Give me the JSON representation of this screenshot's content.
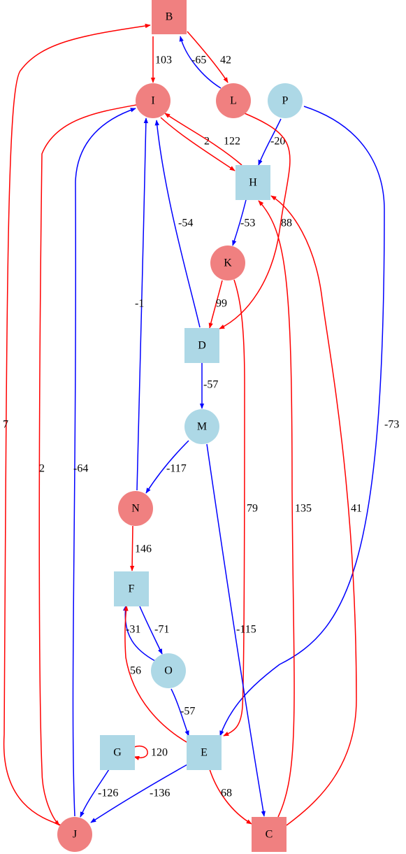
{
  "colors": {
    "red_fill": "#f08080",
    "blue_fill": "#add8e6",
    "red_edge": "#ff0000",
    "blue_edge": "#0000ff"
  },
  "nodes": [
    {
      "id": "B",
      "label": "B",
      "shape": "square",
      "color": "red"
    },
    {
      "id": "I",
      "label": "I",
      "shape": "circle",
      "color": "red"
    },
    {
      "id": "L",
      "label": "L",
      "shape": "circle",
      "color": "red"
    },
    {
      "id": "P",
      "label": "P",
      "shape": "circle",
      "color": "blue"
    },
    {
      "id": "H",
      "label": "H",
      "shape": "square",
      "color": "blue"
    },
    {
      "id": "K",
      "label": "K",
      "shape": "circle",
      "color": "red"
    },
    {
      "id": "D",
      "label": "D",
      "shape": "square",
      "color": "blue"
    },
    {
      "id": "M",
      "label": "M",
      "shape": "circle",
      "color": "blue"
    },
    {
      "id": "N",
      "label": "N",
      "shape": "circle",
      "color": "red"
    },
    {
      "id": "F",
      "label": "F",
      "shape": "square",
      "color": "blue"
    },
    {
      "id": "O",
      "label": "O",
      "shape": "circle",
      "color": "blue"
    },
    {
      "id": "G",
      "label": "G",
      "shape": "square",
      "color": "blue"
    },
    {
      "id": "E",
      "label": "E",
      "shape": "square",
      "color": "blue"
    },
    {
      "id": "J",
      "label": "J",
      "shape": "circle",
      "color": "red"
    },
    {
      "id": "C",
      "label": "C",
      "shape": "square",
      "color": "red"
    }
  ],
  "edges": [
    {
      "from": "B",
      "to": "I",
      "weight": "103",
      "color": "red"
    },
    {
      "from": "B",
      "to": "L",
      "weight": "42",
      "color": "red"
    },
    {
      "from": "L",
      "to": "B",
      "weight": "-65",
      "color": "blue"
    },
    {
      "from": "I",
      "to": "H",
      "weight": "2",
      "color": "red"
    },
    {
      "from": "H",
      "to": "I",
      "weight": "122",
      "color": "red"
    },
    {
      "from": "P",
      "to": "H",
      "weight": "-20",
      "color": "blue"
    },
    {
      "from": "H",
      "to": "K",
      "weight": "-53",
      "color": "blue"
    },
    {
      "from": "L",
      "to": "D",
      "weight": "88",
      "color": "red"
    },
    {
      "from": "D",
      "to": "I",
      "weight": "-54",
      "color": "blue"
    },
    {
      "from": "K",
      "to": "D",
      "weight": "99",
      "color": "red"
    },
    {
      "from": "N",
      "to": "I",
      "weight": "-1",
      "color": "blue"
    },
    {
      "from": "D",
      "to": "M",
      "weight": "-57",
      "color": "blue"
    },
    {
      "from": "P",
      "to": "E",
      "weight": "-73",
      "color": "blue"
    },
    {
      "from": "J",
      "to": "B",
      "weight": "7",
      "color": "red"
    },
    {
      "from": "I",
      "to": "J",
      "weight": "2",
      "color": "red"
    },
    {
      "from": "J",
      "to": "I",
      "weight": "-64",
      "color": "blue"
    },
    {
      "from": "M",
      "to": "N",
      "weight": "-117",
      "color": "blue"
    },
    {
      "from": "K",
      "to": "E",
      "weight": "79",
      "color": "red"
    },
    {
      "from": "C",
      "to": "H",
      "weight": "135",
      "color": "red"
    },
    {
      "from": "C",
      "to": "H",
      "weight": "41",
      "color": "red"
    },
    {
      "from": "N",
      "to": "F",
      "weight": "146",
      "color": "red"
    },
    {
      "from": "F",
      "to": "O",
      "weight": "-71",
      "color": "blue"
    },
    {
      "from": "O",
      "to": "F",
      "weight": "-31",
      "color": "blue"
    },
    {
      "from": "M",
      "to": "C",
      "weight": "-115",
      "color": "blue"
    },
    {
      "from": "E",
      "to": "F",
      "weight": "56",
      "color": "red"
    },
    {
      "from": "O",
      "to": "E",
      "weight": "-57",
      "color": "blue"
    },
    {
      "from": "G",
      "to": "G",
      "weight": "120",
      "color": "red"
    },
    {
      "from": "G",
      "to": "J",
      "weight": "-126",
      "color": "blue"
    },
    {
      "from": "E",
      "to": "J",
      "weight": "-136",
      "color": "blue"
    },
    {
      "from": "E",
      "to": "C",
      "weight": "68",
      "color": "red"
    }
  ]
}
